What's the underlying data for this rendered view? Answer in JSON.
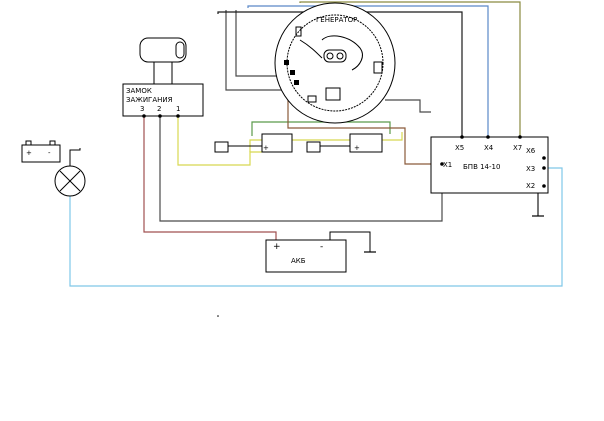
{
  "labels": {
    "ignition_line1": "ЗАМОК",
    "ignition_line2": "ЗАЖИГАНИЯ",
    "generator": "ГЕНЕРАТОР",
    "controller": "БПВ 14-10",
    "battery": "АКБ"
  },
  "ignition_terminals": [
    "3",
    "2",
    "1"
  ],
  "controller_terminals": {
    "x1": "X1",
    "x2": "X2",
    "x3": "X3",
    "x4": "X4",
    "x5": "X5",
    "x6": "X6",
    "x7": "X7"
  },
  "polarity": {
    "plus": "+",
    "minus": "-"
  },
  "wire_colors": {
    "black": "#1a1a1a",
    "dark": "#4a4a4a",
    "red": "#a05050",
    "brown": "#8a5a3a",
    "yellow": "#d8d850",
    "green": "#5a9a4a",
    "olive": "#8a8a40",
    "light_blue": "#7fc8e8",
    "blue": "#5a88c8"
  }
}
